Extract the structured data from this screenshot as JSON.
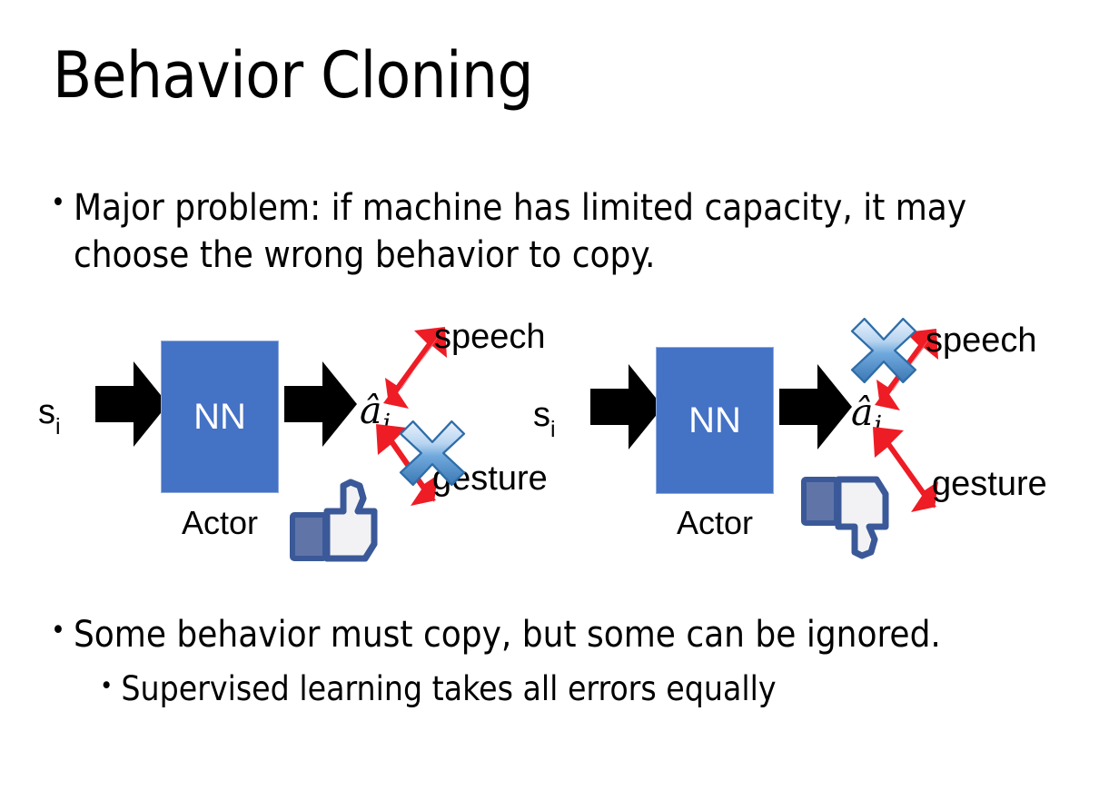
{
  "slide": {
    "title": "Behavior Cloning",
    "background_color": "#FFFFFF",
    "text_color": "#000000"
  },
  "bullets": {
    "top": {
      "marker": "•",
      "text": "Major problem: if machine has limited capacity, it may choose the wrong behavior to copy."
    },
    "bottom_level1": {
      "marker": "•",
      "text": "Some behavior must copy, but some can be ignored."
    },
    "bottom_level2": {
      "marker": "•",
      "text": "Supervised learning takes all errors equally"
    }
  },
  "colors": {
    "nn_box_fill": "#4472C4",
    "nn_box_border": "#8FAADC",
    "arrow_black": "#000000",
    "arrow_red": "#EE1C25",
    "x_blue_light": "#DCE9F8",
    "x_blue_mid": "#5B9BD5",
    "x_blue_dark": "#2E74B5",
    "thumb_outline": "#3B5998",
    "thumb_fill": "#FFFFFF",
    "thumb_cuff": "#6074A8"
  },
  "diagrams": [
    {
      "id": "left",
      "state_label": "s",
      "state_subscript": "i",
      "nn_label": "NN",
      "actor_label": "Actor",
      "action_label": "â",
      "action_subscript": "i",
      "branches": [
        {
          "name": "speech",
          "label": "speech",
          "crossed_out": false
        },
        {
          "name": "gesture",
          "label": "gesture",
          "crossed_out": true
        }
      ],
      "feedback": "thumbs-up"
    },
    {
      "id": "right",
      "state_label": "s",
      "state_subscript": "i",
      "nn_label": "NN",
      "actor_label": "Actor",
      "action_label": "â",
      "action_subscript": "i",
      "branches": [
        {
          "name": "speech",
          "label": "speech",
          "crossed_out": true
        },
        {
          "name": "gesture",
          "label": "gesture",
          "crossed_out": false
        }
      ],
      "feedback": "thumbs-down"
    }
  ]
}
